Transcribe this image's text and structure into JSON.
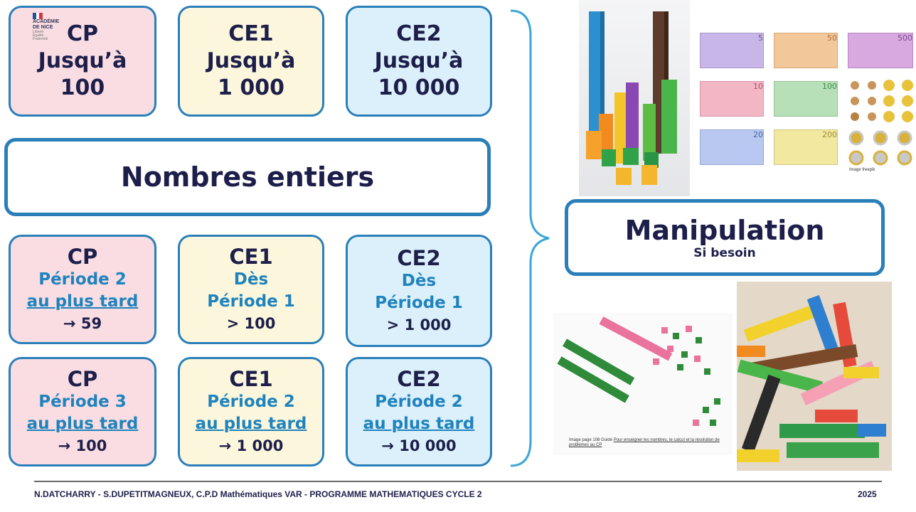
{
  "logo": {
    "name": "ACADÉMIE DE NICE",
    "motto": [
      "Liberté",
      "Égalité",
      "Fraternité"
    ]
  },
  "top_cards": [
    {
      "grade": "CP",
      "line2": "Jusqu’à",
      "line3": "100"
    },
    {
      "grade": "CE1",
      "line2": "Jusqu’à",
      "line3": "1 000"
    },
    {
      "grade": "CE2",
      "line2": "Jusqu’à",
      "line3": "10 000"
    }
  ],
  "title": "Nombres entiers",
  "row1": [
    {
      "grade": "CP",
      "line1": "Période 2",
      "line2": "au plus tard",
      "value": "→ 59"
    },
    {
      "grade": "CE1",
      "line1": "Dès",
      "line2": "Période 1",
      "value": "> 100"
    },
    {
      "grade": "CE2",
      "line1": "Dès",
      "line2": "Période 1",
      "value": "> 1 000"
    }
  ],
  "row2": [
    {
      "grade": "CP",
      "line1": "Période 3",
      "line2": "au plus tard",
      "value": "→ 100"
    },
    {
      "grade": "CE1",
      "line1": "Période 2",
      "line2": "au plus tard",
      "value": "→ 1 000"
    },
    {
      "grade": "CE2",
      "line1": "Période 2",
      "line2": "au plus tard",
      "value": "→ 10 000"
    }
  ],
  "manipulation": {
    "title": "Manipulation",
    "subtitle": "Si besoin"
  },
  "banknotes": [
    "5",
    "50",
    "500",
    "10",
    "100",
    "20",
    "200"
  ],
  "image_credit": "Image freepik",
  "guide_note": {
    "prefix": "Image page 108 Guide ",
    "link": "Pour enseigner les nombres, le calcul et la résolution de problèmes au CP"
  },
  "footer": {
    "left": "N.DATCHARRY - S.DUPETITMAGNEUX, C.P.D Mathématiques VAR - PROGRAMME MATHEMATIQUES CYCLE 2",
    "right": "2025"
  },
  "colors": {
    "accent": "#2a7fb9",
    "navy": "#1d1f4a",
    "period_blue": "#1f83bd",
    "pink": "#f9dde2",
    "yellow": "#fcf7dc",
    "light_blue": "#dcf0fb"
  }
}
